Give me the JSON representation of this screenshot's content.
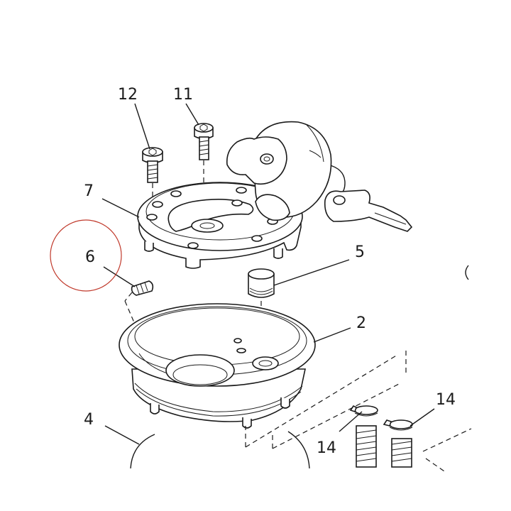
{
  "labels": {
    "part_12": "12",
    "part_11": "11",
    "part_7": "7",
    "part_6": "6",
    "part_5": "5",
    "part_2": "2",
    "part_4": "4",
    "part_14_right": "14",
    "part_14_left": "14"
  },
  "highlight": {
    "ring_color": "#c0392b"
  }
}
